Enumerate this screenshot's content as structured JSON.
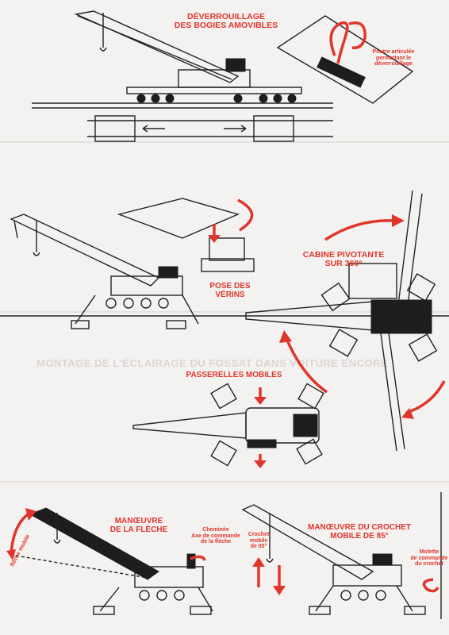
{
  "colors": {
    "accent": "#e0352b",
    "ink": "#1d1d1d",
    "paper": "#f4f2f0"
  },
  "sections": {
    "bogies": {
      "title_lines": [
        "DÉVERROUILLAGE",
        "DES BOGIES AMOVIBLES"
      ]
    },
    "poutre": {
      "lines": [
        "Poutre articulée",
        "permettant le",
        "déverrouillage"
      ]
    },
    "verins": {
      "lines": [
        "POSE DES",
        "VÉRINS"
      ]
    },
    "cabine": {
      "lines": [
        "CABINE PIVOTANTE",
        "SUR 360°"
      ]
    },
    "passerelles": {
      "title": "PASSERELLES MOBILES"
    },
    "fleche": {
      "lines": [
        "MANŒUVRE",
        "DE LA FLÈCHE"
      ]
    },
    "cheminee": {
      "lines": [
        "Cheminée",
        "Axe de commande",
        "de la flèche"
      ]
    },
    "fleche_mobile": {
      "text": "flèche mobile"
    },
    "crochet": {
      "lines": [
        "MANŒUVRE DU CROCHET",
        "MOBILE DE 85°"
      ]
    },
    "crochet_mobile": {
      "lines": [
        "Crochet",
        "mobile",
        "de 85°"
      ]
    },
    "molette": {
      "lines": [
        "Molette",
        "de commande",
        "du crochet"
      ]
    }
  },
  "bleed_through": {
    "line1": "MONTAGE DE L'ÉCLAIRAGE DU FOSSAT DANS VOITURE ENCORE"
  }
}
